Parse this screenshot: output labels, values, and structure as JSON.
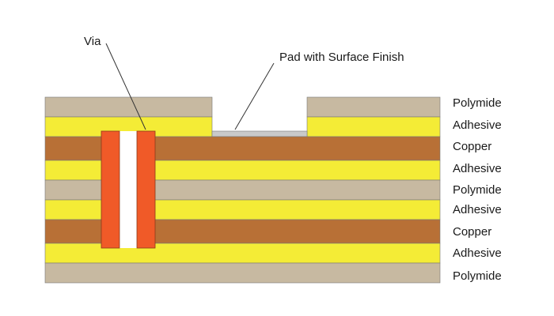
{
  "colors": {
    "polymide": "#c7b9a1",
    "adhesive": "#f4ec36",
    "copper": "#b87036",
    "via_plating": "#f05a28",
    "surface_finish": "#c9c9c9",
    "outline": "#666666"
  },
  "callouts": {
    "via": "Via",
    "pad": "Pad with Surface Finish"
  },
  "layers": [
    {
      "material": "polymide",
      "label": "Polymide"
    },
    {
      "material": "adhesive",
      "label": "Adhesive"
    },
    {
      "material": "copper",
      "label": "Copper"
    },
    {
      "material": "adhesive",
      "label": "Adhesive"
    },
    {
      "material": "polymide",
      "label": "Polymide"
    },
    {
      "material": "adhesive",
      "label": "Adhesive"
    },
    {
      "material": "copper",
      "label": "Copper"
    },
    {
      "material": "adhesive",
      "label": "Adhesive"
    },
    {
      "material": "polymide",
      "label": "Polymide"
    }
  ]
}
